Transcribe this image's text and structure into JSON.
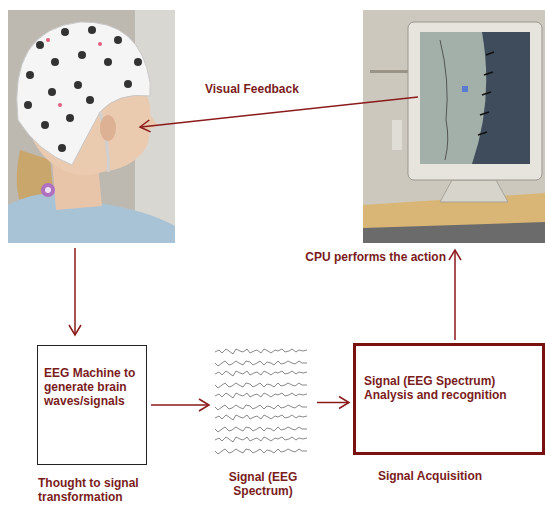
{
  "diagram": {
    "nodes": [
      {
        "text": [
          "EEG Machine to generate brain waves/signals",
          "Thought to signal transformation"
        ]
      },
      {
        "text": [
          "Signal (EEG Spectrum)"
        ]
      },
      {
        "text": [
          "Signal (EEG Spectrum) Analysis and recognition",
          "Signal Acquisition"
        ]
      }
    ],
    "edges": [
      {
        "from": 0,
        "to": 1,
        "arrow": "to"
      },
      {
        "from": 1,
        "to": 2,
        "arrow": "to"
      }
    ],
    "labels": [
      "Visual Feedback",
      "CPU performs the action"
    ]
  }
}
